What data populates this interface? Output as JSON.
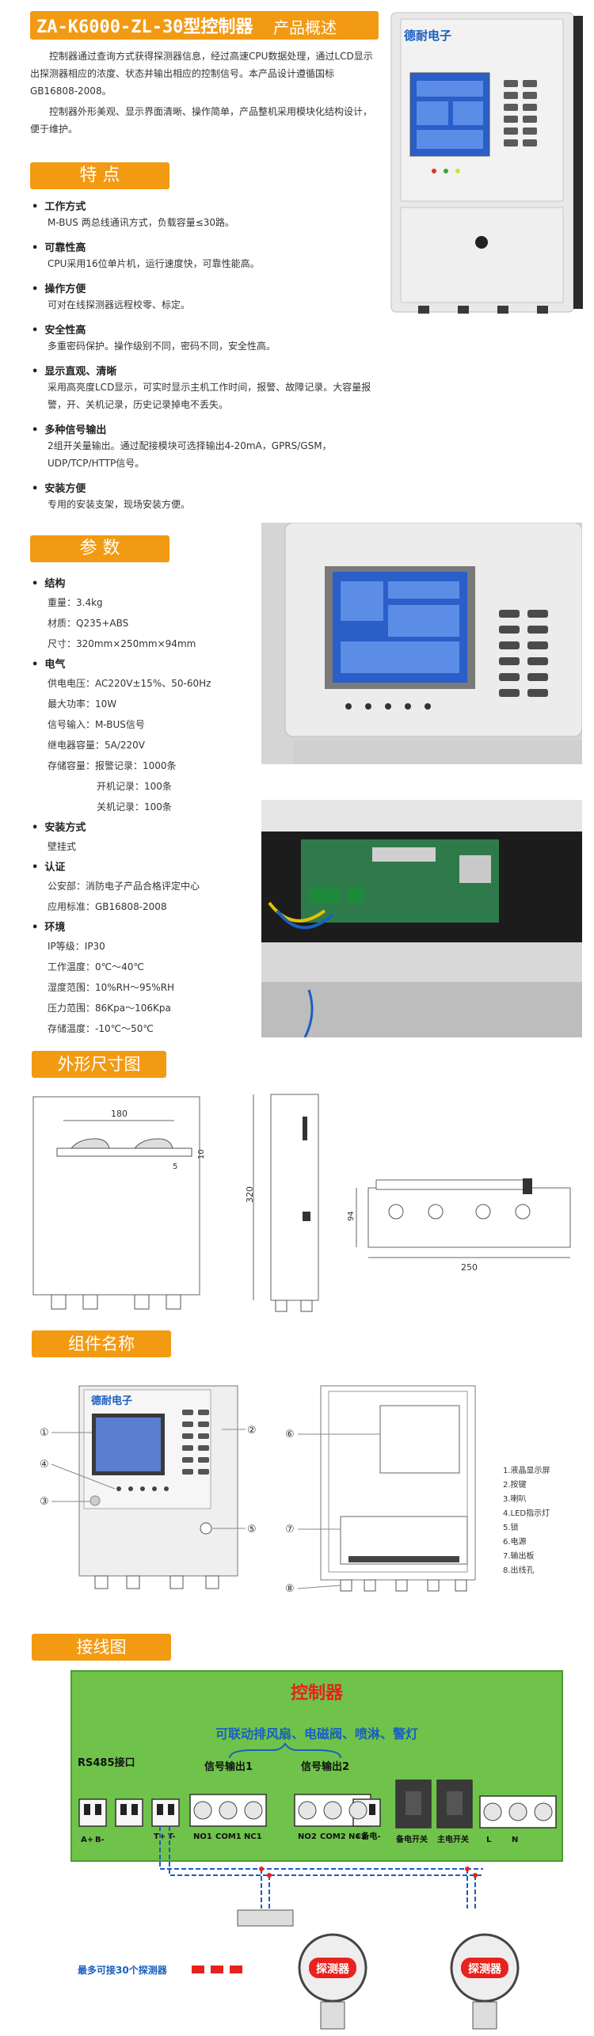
{
  "header": {
    "model": "ZA-K6000-ZL-30型控制器",
    "subtitle": "产品概述",
    "para1": "控制器通过查询方式获得探测器信息，经过高速CPU数据处理，通过LCD显示出探测器相应的浓度、状态并输出相应的控制信号。本产品设计遵循国标GB16808-2008。",
    "para2": "控制器外形美观、显示界面清晰、操作简单，产品整机采用模块化结构设计，便于维护。",
    "brand": "德耐电子"
  },
  "features": {
    "heading": "特 点",
    "items": [
      {
        "title": "工作方式",
        "text": "M-BUS 两总线通讯方式，负载容量≤30路。"
      },
      {
        "title": "可靠性高",
        "text": "CPU采用16位单片机，运行速度快，可靠性能高。"
      },
      {
        "title": "操作方便",
        "text": "可对在线探测器远程校零、标定。"
      },
      {
        "title": "安全性高",
        "text": "多重密码保护。操作级别不同，密码不同，安全性高。"
      },
      {
        "title": "显示直观、清晰",
        "text": "采用高亮度LCD显示，可实时显示主机工作时间，报警、故障记录。大容量报警，开、关机记录，历史记录掉电不丢失。"
      },
      {
        "title": "多种信号输出",
        "text": "2组开关量输出。通过配接模块可选择输出4-20mA，GPRS/GSM，UDP/TCP/HTTP信号。"
      },
      {
        "title": "安装方便",
        "text": "专用的安装支架，现场安装方便。"
      }
    ]
  },
  "params": {
    "heading": "参 数",
    "groups": [
      {
        "title": "结构",
        "lines": [
          "重量：3.4kg",
          "材质：Q235+ABS",
          "尺寸：320mm×250mm×94mm"
        ]
      },
      {
        "title": "电气",
        "lines": [
          "供电电压：AC220V±15%、50-60Hz",
          "最大功率：10W",
          "信号输入：M-BUS信号",
          "继电器容量：5A/220V",
          "存储容量：报警记录：1000条",
          "开机记录：100条",
          "关机记录：100条"
        ]
      },
      {
        "title": "安装方式",
        "lines": [
          "壁挂式"
        ]
      },
      {
        "title": "认证",
        "lines": [
          "公安部：消防电子产品合格评定中心",
          "应用标准：GB16808-2008"
        ]
      },
      {
        "title": "环境",
        "lines": [
          "IP等级：IP30",
          "工作温度：0℃～40℃",
          "湿度范围：10%RH～95%RH",
          "压力范围：86Kpa～106Kpa",
          "存储温度：-10℃～50℃"
        ]
      }
    ]
  },
  "dimensions": {
    "heading": "外形尺寸图",
    "w180": "180",
    "d10": "10",
    "d5": "5",
    "h320": "320",
    "d94": "94",
    "w250": "250"
  },
  "components": {
    "heading": "组件名称",
    "brand": "德耐电子",
    "callouts": [
      "①",
      "②",
      "③",
      "④",
      "⑤",
      "⑥",
      "⑦",
      "⑧"
    ],
    "legend": [
      "1.液晶显示屏",
      "2.按键",
      "3.喇叭",
      "4.LED指示灯",
      "5.锁",
      "6.电源",
      "7.输出板",
      "8.出线孔"
    ]
  },
  "wiring": {
    "heading": "接线图",
    "controller": "控制器",
    "linkage": "可联动排风扇、电磁阀、喷淋、警灯",
    "rs485": "RS485接口",
    "out1": "信号输出1",
    "out2": "信号输出2",
    "terminals": [
      "A+",
      "B-",
      "T+",
      "T-",
      "NO1",
      "COM1",
      "NC1",
      "NO2",
      "COM2",
      "NC2",
      "+备电-",
      "备电开关",
      "主电开关",
      "L",
      "N"
    ],
    "detector": "探测器",
    "max": "最多可接30个探测器"
  },
  "colors": {
    "accent": "#f39a13",
    "board": "#6fc34a",
    "red": "#e8221c",
    "blue": "#1a5fbf"
  }
}
